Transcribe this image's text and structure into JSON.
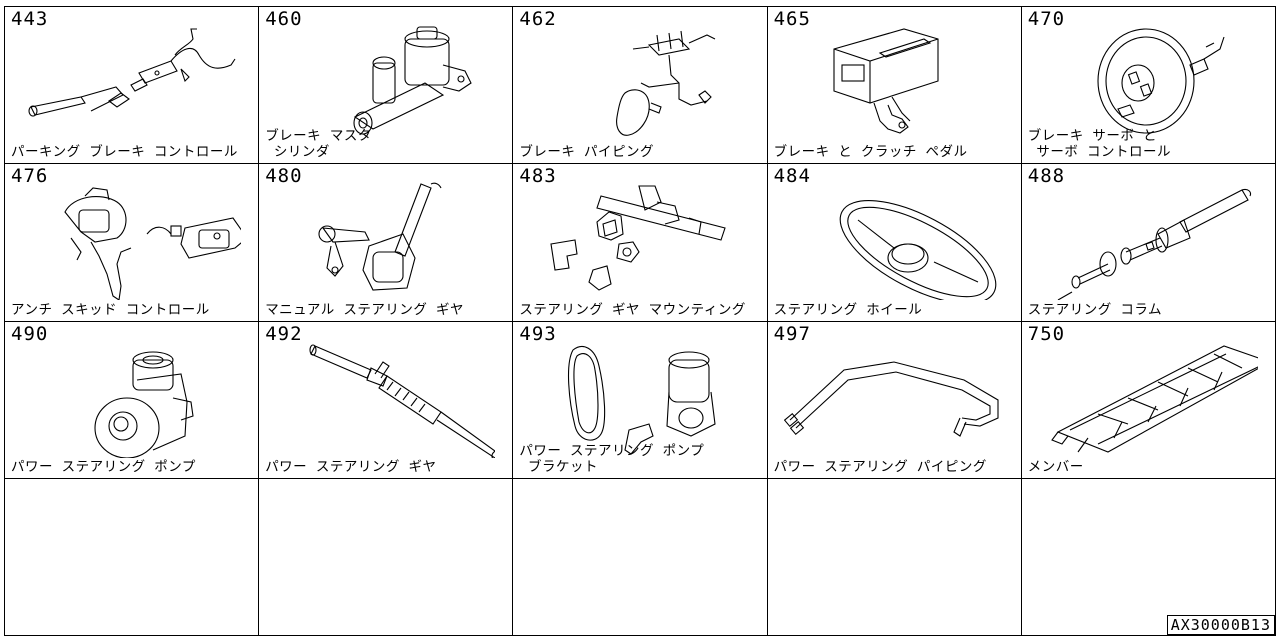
{
  "catalog": {
    "parts": [
      {
        "code": "443",
        "label": "パーキング ブレーキ コントロール",
        "icon": "parking-brake-lever-icon"
      },
      {
        "code": "460",
        "label": "ブレーキ マスタ\n シリンダ",
        "icon": "master-cylinder-icon"
      },
      {
        "code": "462",
        "label": "ブレーキ パイピング",
        "icon": "brake-piping-icon"
      },
      {
        "code": "465",
        "label": "ブレーキ と クラッチ ペダル",
        "icon": "pedal-assembly-icon"
      },
      {
        "code": "470",
        "label": "ブレーキ サーボ と\n サーボ コントロール",
        "icon": "brake-servo-icon"
      },
      {
        "code": "476",
        "label": "アンチ スキッド コントロール",
        "icon": "abs-unit-icon"
      },
      {
        "code": "480",
        "label": "マニュアル ステアリング ギヤ",
        "icon": "manual-steering-gear-icon"
      },
      {
        "code": "483",
        "label": "ステアリング ギヤ マウンティング",
        "icon": "gear-mounting-icon"
      },
      {
        "code": "484",
        "label": "ステアリング ホイール",
        "icon": "steering-wheel-icon"
      },
      {
        "code": "488",
        "label": "ステアリング コラム",
        "icon": "steering-column-icon"
      },
      {
        "code": "490",
        "label": "パワー ステアリング ポンプ",
        "icon": "power-steering-pump-icon"
      },
      {
        "code": "492",
        "label": "パワー ステアリング ギヤ",
        "icon": "rack-and-pinion-icon"
      },
      {
        "code": "493",
        "label": "パワー ステアリング ポンプ\n ブラケット",
        "icon": "pump-bracket-icon"
      },
      {
        "code": "497",
        "label": "パワー ステアリング パイピング",
        "icon": "ps-piping-icon"
      },
      {
        "code": "750",
        "label": "メンバー",
        "icon": "member-frame-icon"
      }
    ],
    "reference": "AX30000B13"
  }
}
